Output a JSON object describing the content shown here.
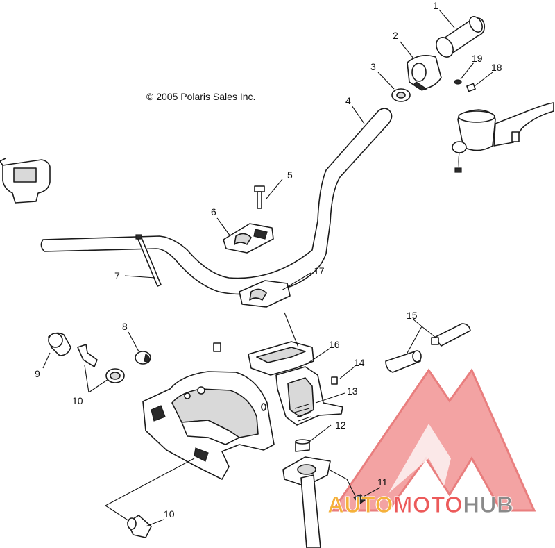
{
  "copyright": "© 2005 Polaris Sales Inc.",
  "callouts": [
    "1",
    "2",
    "3",
    "4",
    "5",
    "6",
    "7",
    "8",
    "9",
    "10",
    "10",
    "11",
    "12",
    "13",
    "14",
    "15",
    "16",
    "17",
    "18",
    "19"
  ],
  "watermark": {
    "text_parts": [
      "AUTO",
      "MOTO",
      "HUB"
    ],
    "colors": {
      "auto": "#f5b13a",
      "moto": "#ec5a5a",
      "hub": "#8a8a8a",
      "triangle": "#ee6c6c"
    }
  },
  "colors": {
    "line": "#1a1a1a",
    "background": "#ffffff"
  }
}
